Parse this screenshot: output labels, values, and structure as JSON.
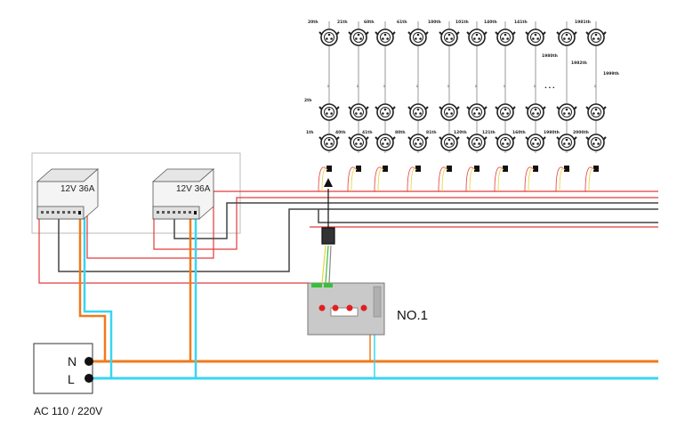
{
  "power_supplies": [
    {
      "label": "12V  36A"
    },
    {
      "label": "12V  36A"
    }
  ],
  "ac_source": {
    "terminals": [
      "N",
      "L"
    ],
    "label": "AC 110 / 220V"
  },
  "controller": {
    "name": "NO.1"
  },
  "colors": {
    "neutral_wire": "#f07a1c",
    "live_wire": "#38d6f0",
    "dc_positive": "#e33b3b",
    "dc_negative": "#444444",
    "data_wire": "#e8d23a",
    "controller_body": "#c9c9c9",
    "button_red": "#e02020"
  },
  "pixel_columns": [
    {
      "top_tag": "20th",
      "bottom_tag": "1th",
      "side_tag": "2th"
    },
    {
      "top_tag": "21th",
      "bottom_tag": "40th",
      "side_tag": ""
    },
    {
      "top_tag": "60th",
      "bottom_tag": "41th",
      "side_tag": ""
    },
    {
      "top_tag": "61th",
      "bottom_tag": "80th",
      "side_tag": ""
    },
    {
      "top_tag": "100th",
      "bottom_tag": "81th",
      "side_tag": ""
    },
    {
      "top_tag": "101th",
      "bottom_tag": "120th",
      "side_tag": ""
    },
    {
      "top_tag": "140th",
      "bottom_tag": "121th",
      "side_tag": ""
    },
    {
      "top_tag": "141th",
      "bottom_tag": "160th",
      "side_tag": ""
    },
    {
      "top_tag": "",
      "bottom_tag": "1980th",
      "side_tag": "1980th"
    },
    {
      "top_tag": "1981th",
      "bottom_tag": "2000th",
      "side_tag": "1982th"
    }
  ],
  "extra_tags": {
    "column10_mid": "1999th",
    "ellipsis": "• • •"
  }
}
